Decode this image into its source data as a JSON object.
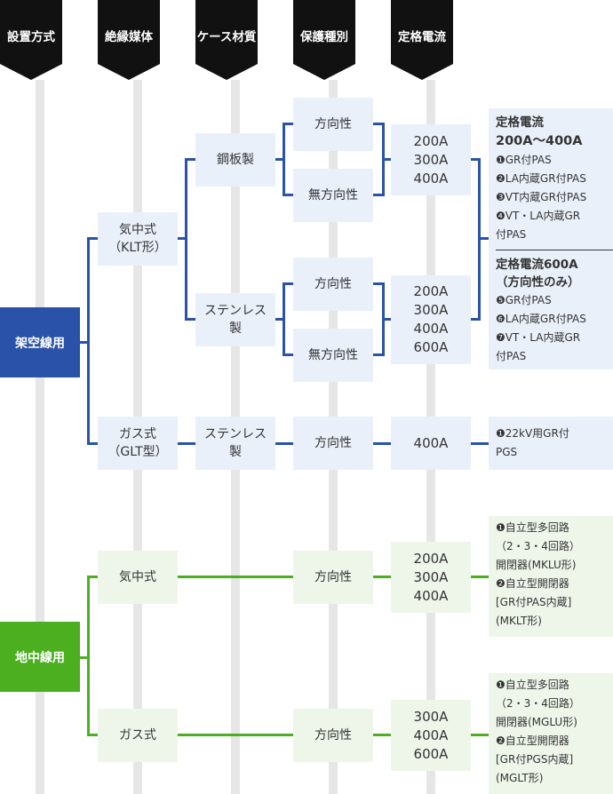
{
  "colors": {
    "aerial": "#2a52a8",
    "underground": "#4caf20",
    "header": "#111111",
    "aerial_box": "#eaf0fa",
    "underground_box": "#eef6ea",
    "pole": "#e6e6e6"
  },
  "headers": [
    "設置方式",
    "絶縁媒体",
    "ケース材質",
    "保護種別",
    "定格電流"
  ],
  "aerial": {
    "label": "架空線用",
    "klt": {
      "lines": [
        "気中式",
        "（KLT形）"
      ]
    },
    "glt": {
      "lines": [
        "ガス式",
        "（GLT型）"
      ]
    },
    "steel": "鋼板製",
    "stainless_a": {
      "lines": [
        "ステンレス",
        "製"
      ]
    },
    "stainless_b": {
      "lines": [
        "ステンレス",
        "製"
      ]
    },
    "dir1": "方向性",
    "nondir1": "無方向性",
    "dir2": "方向性",
    "nondir2": "無方向性",
    "dir3": "方向性",
    "cur1": [
      "200A",
      "300A",
      "400A"
    ],
    "cur2": [
      "200A",
      "300A",
      "400A",
      "600A"
    ],
    "cur3": [
      "400A"
    ],
    "note1": {
      "title1": "定格電流",
      "title2": "200A〜400A",
      "items1": [
        "❶GR付PAS",
        "❷LA内蔵GR付PAS",
        "❸VT内蔵GR付PAS",
        "❹VT・LA内蔵GR",
        "付PAS"
      ],
      "title3": "定格電流600A",
      "title4": "（方向性のみ）",
      "items2": [
        "❺GR付PAS",
        "❻LA内蔵GR付PAS",
        "❼VT・LA内蔵GR",
        "付PAS"
      ]
    },
    "note2": [
      "❶22kV用GR付",
      "PGS"
    ]
  },
  "underground": {
    "label": "地中線用",
    "air": "気中式",
    "gas": "ガス式",
    "dir1": "方向性",
    "dir2": "方向性",
    "cur1": [
      "200A",
      "300A",
      "400A"
    ],
    "cur2": [
      "300A",
      "400A",
      "600A"
    ],
    "note1": [
      "❶自立型多回路",
      "（2・3・4回路）",
      "開閉器(MKLU形)",
      "❷自立型開閉器",
      "[GR付PAS内蔵]",
      "(MKLT形)"
    ],
    "note2": [
      "❶自立型多回路",
      "（2・3・4回路）",
      "開閉器(MGLU形)",
      "❷自立型開閉器",
      "[GR付PGS内蔵]",
      "(MGLT形)"
    ]
  }
}
